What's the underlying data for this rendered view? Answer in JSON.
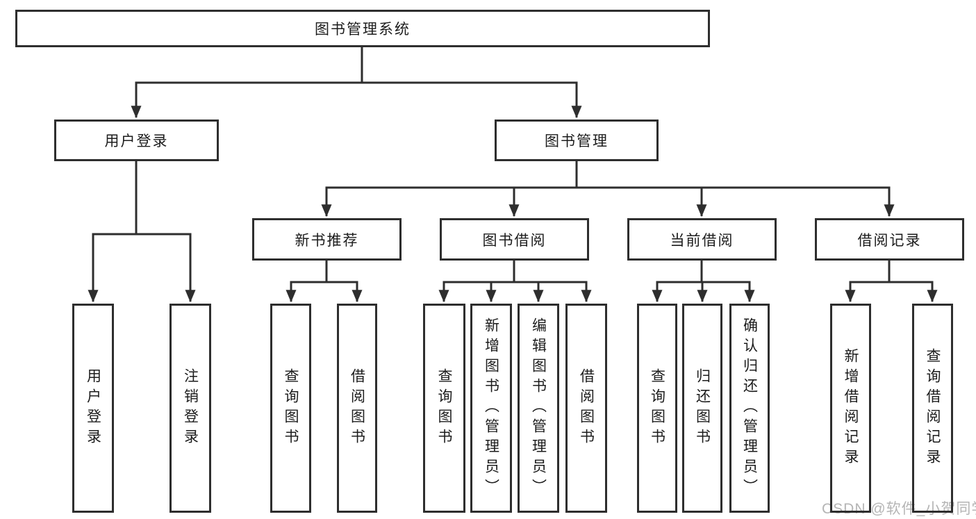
{
  "diagram_type": "hierarchy-tree",
  "colors": {
    "line": "#2e2e2e",
    "text": "#1c1c1c",
    "box_background": "#ffffff",
    "watermark": "#b5b5b5",
    "background": "#ffffff"
  },
  "nodes": {
    "root": {
      "label": "图书管理系统"
    },
    "level2": [
      {
        "label": "用户登录",
        "parent": "图书管理系统"
      },
      {
        "label": "图书管理",
        "parent": "图书管理系统"
      }
    ],
    "level3": [
      {
        "label": "新书推荐",
        "parent": "图书管理"
      },
      {
        "label": "图书借阅",
        "parent": "图书管理"
      },
      {
        "label": "当前借阅",
        "parent": "图书管理"
      },
      {
        "label": "借阅记录",
        "parent": "图书管理"
      }
    ],
    "leaves": [
      {
        "label": "用户登录",
        "parent": "用户登录"
      },
      {
        "label": "注销登录",
        "parent": "用户登录"
      },
      {
        "label": "查询图书",
        "parent": "新书推荐"
      },
      {
        "label": "借阅图书",
        "parent": "新书推荐"
      },
      {
        "label": "查询图书",
        "parent": "图书借阅"
      },
      {
        "label": "新增图书（管理员）",
        "parent": "图书借阅"
      },
      {
        "label": "编辑图书（管理员）",
        "parent": "图书借阅"
      },
      {
        "label": "借阅图书",
        "parent": "图书借阅"
      },
      {
        "label": "查询图书",
        "parent": "当前借阅"
      },
      {
        "label": "归还图书",
        "parent": "当前借阅"
      },
      {
        "label": "确认归还（管理员）",
        "parent": "当前借阅"
      },
      {
        "label": "新增借阅记录",
        "parent": "借阅记录"
      },
      {
        "label": "查询借阅记录",
        "parent": "借阅记录"
      }
    ]
  },
  "watermark": {
    "text": "CSDN @软件_小贺同学"
  }
}
